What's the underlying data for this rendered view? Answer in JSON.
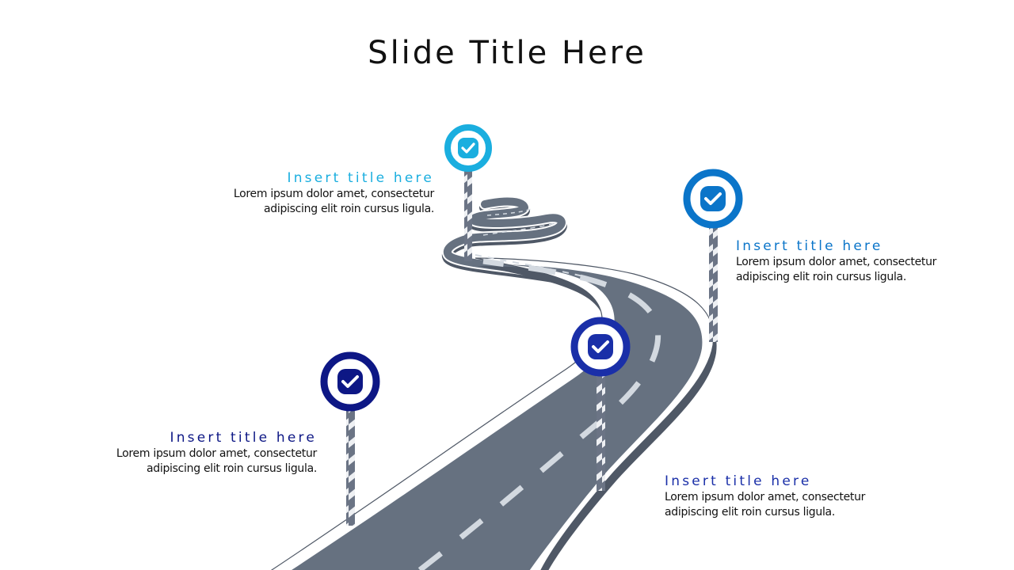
{
  "slide": {
    "title": "Slide Title Here"
  },
  "colors": {
    "road": "#667180",
    "road_edge": "#4f5866",
    "lane_marking": "#d3d9e0",
    "pole_dark": "#6b7485",
    "pole_light": "#eef0f3",
    "pin_1": "#1AAEDF",
    "pin_2": "#0B75C9",
    "pin_3": "#1A2FA8",
    "pin_4": "#0D1785"
  },
  "milestones": [
    {
      "id": 1,
      "title": "Insert title here",
      "line1": "Lorem ipsum dolor amet, consectetur",
      "line2": "adipiscing elit roin cursus ligula.",
      "color": "#1AAEDF",
      "icon": "check-badge-icon"
    },
    {
      "id": 2,
      "title": "Insert title here",
      "line1": "Lorem ipsum dolor amet, consectetur",
      "line2": "adipiscing elit roin cursus ligula.",
      "color": "#0B75C9",
      "icon": "check-badge-icon"
    },
    {
      "id": 3,
      "title": "Insert title here",
      "line1": "Lorem ipsum dolor amet, consectetur",
      "line2": "adipiscing elit roin cursus ligula.",
      "color": "#1A2FA8",
      "icon": "check-badge-icon"
    },
    {
      "id": 4,
      "title": "Insert title here",
      "line1": "Lorem ipsum dolor amet, consectetur",
      "line2": "adipiscing elit roin cursus ligula.",
      "color": "#0D1785",
      "icon": "check-badge-icon"
    }
  ]
}
